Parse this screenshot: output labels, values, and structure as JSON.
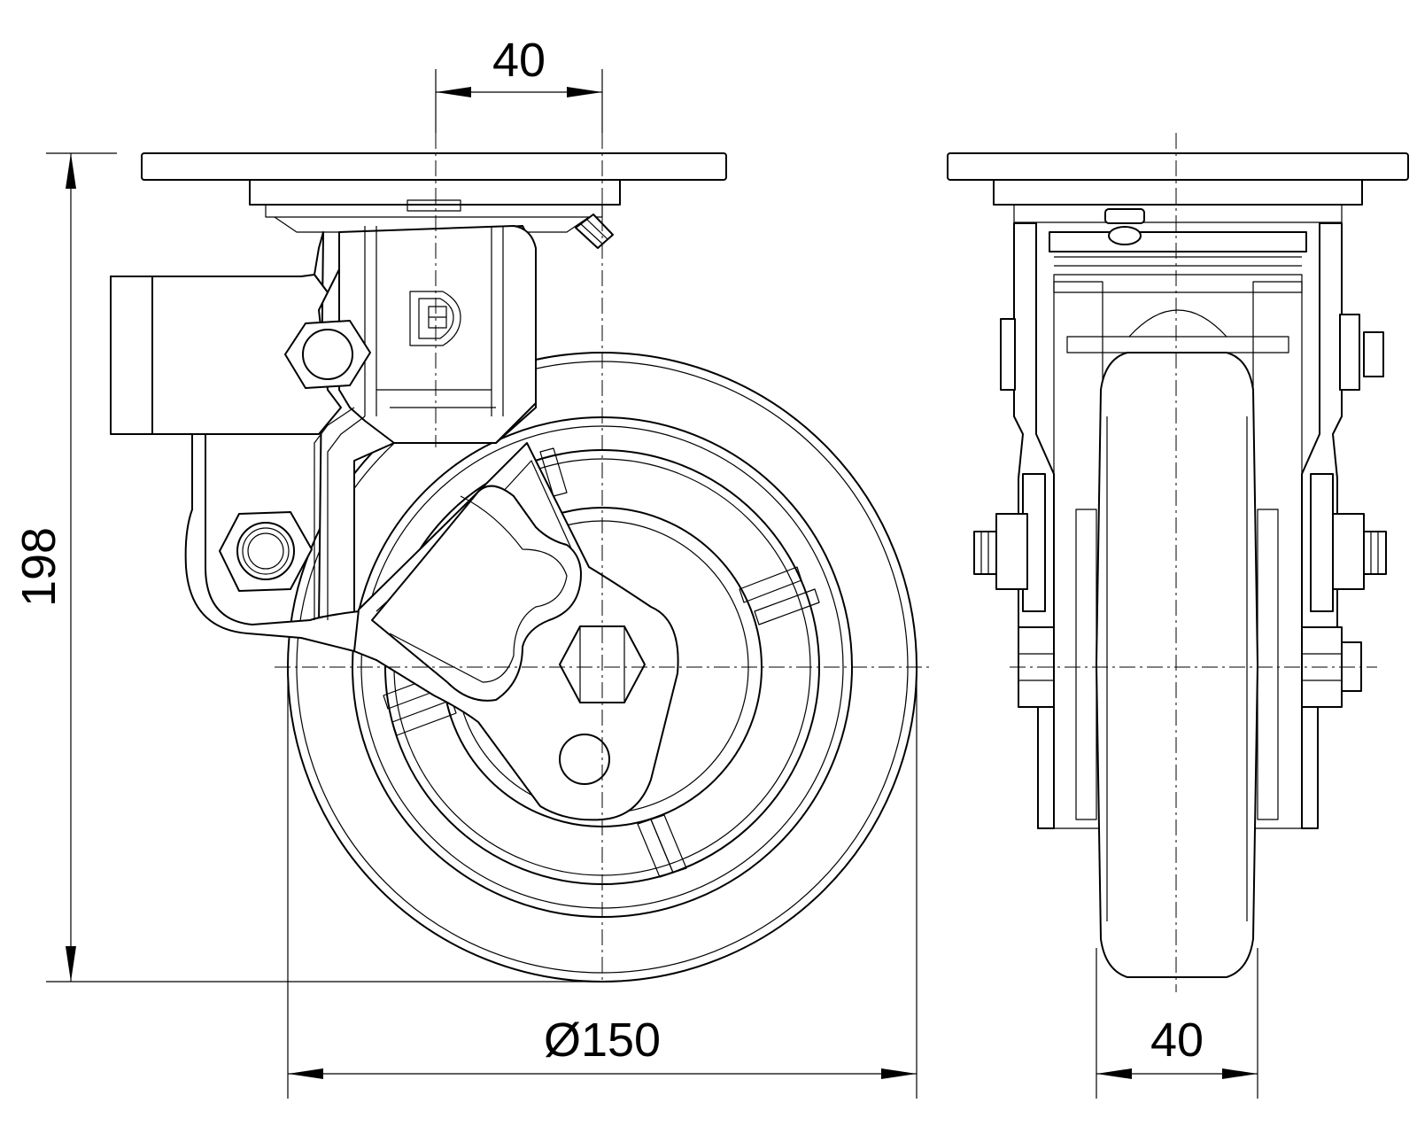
{
  "drawing": {
    "dimensions": {
      "top_offset": "40",
      "height": "198",
      "wheel_diameter": "Ø150",
      "wheel_width": "40"
    }
  }
}
